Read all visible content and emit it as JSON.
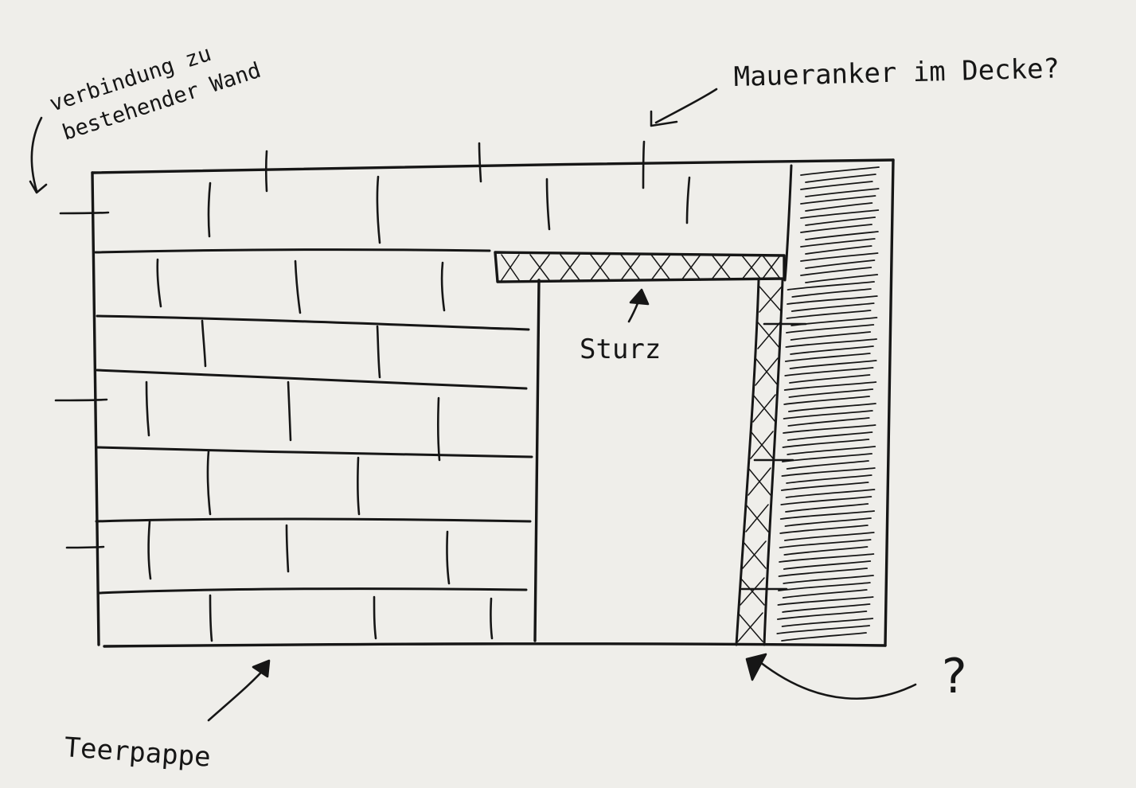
{
  "labels": {
    "connection_line1": "verbindung zu",
    "connection_line2": "bestehender Wand",
    "wall_anchor": "Maueranker im Decke?",
    "lintel": "Sturz",
    "tar_paper": "Teerpappe",
    "question": "?"
  },
  "colors": {
    "paper": "#efeeea",
    "ink": "#161616"
  }
}
